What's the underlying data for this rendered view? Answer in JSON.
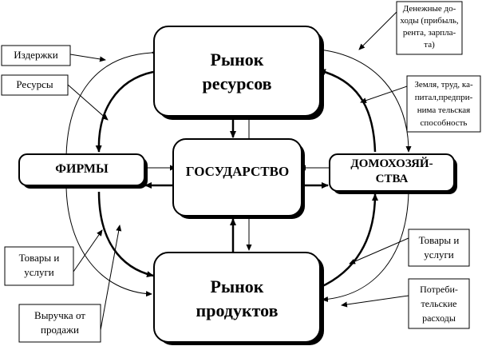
{
  "nodes": {
    "resource_market": [
      "Рынок",
      "ресурсов"
    ],
    "product_market": [
      "Рынок",
      "продуктов"
    ],
    "firms": "ФИРМЫ",
    "government": "ГОСУДАРСТВО",
    "households": [
      "ДОМОХОЗЯЙ-",
      "СТВА"
    ]
  },
  "annotations": {
    "costs": "Издержки",
    "resources": "Ресурсы",
    "goods_services_left": [
      "Товары и",
      "услуги"
    ],
    "sales_revenue": [
      "Выручка от",
      "продажи"
    ],
    "money_income": [
      "Денежные до-",
      "ходы (прибыль,",
      "рента, зарпла-",
      "та)"
    ],
    "land_labor": [
      "Земля, труд, ка-",
      "питал,предпри-",
      "нима тельская",
      "способность"
    ],
    "goods_services_right": [
      "Товары и",
      "услуги"
    ],
    "consumer_spending": [
      "Потреби-",
      "тельские",
      "расходы"
    ]
  }
}
